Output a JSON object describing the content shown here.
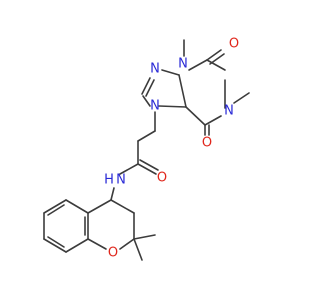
{
  "molecule": {
    "atoms": {
      "n_methyl_top": "N",
      "n_ring_left": "N",
      "n_imine": "N",
      "n_right": "N",
      "n_amide": "N",
      "h_amide": "H",
      "o_top": "O",
      "o_right": "O",
      "o_amide": "O",
      "o_ring": "O"
    },
    "colors": {
      "bond": "#3c3c3c",
      "nitrogen": "#2a2ad6",
      "oxygen": "#e0261b"
    }
  }
}
